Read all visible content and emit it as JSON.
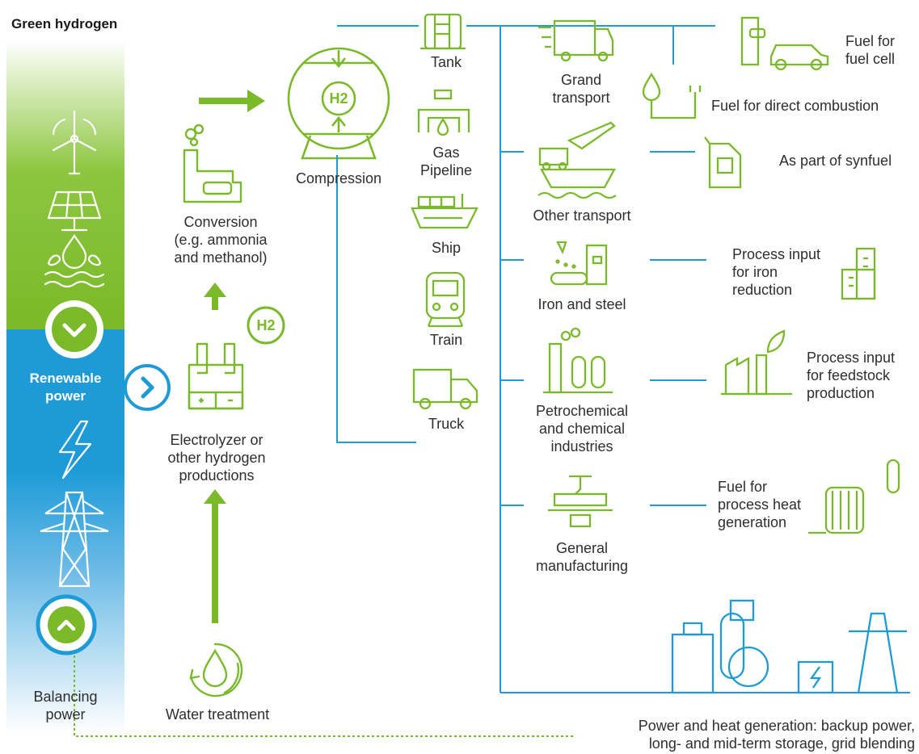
{
  "title": "Green hydrogen",
  "colors": {
    "green": "#7ab929",
    "blue": "#1e9bd7",
    "line": "#1e9bd7"
  },
  "left_bar": {
    "renewable_label": "Renewable\npower",
    "balancing_label": "Balancing\npower",
    "icons": [
      "wind-turbine-icon",
      "solar-panel-icon",
      "water-drop-icon",
      "lightning-icon",
      "power-pylon-icon"
    ]
  },
  "h2_badge": "H2",
  "compression_badge": "H2",
  "stages": {
    "water_treatment": "Water treatment",
    "electrolyzer": "Electrolyzer or\nother hydrogen\nproductions",
    "conversion": "Conversion\n(e.g. ammonia\nand methanol)",
    "compression": "Compression"
  },
  "transport_modes": [
    "Tank",
    "Gas\nPipeline",
    "Ship",
    "Train",
    "Truck"
  ],
  "sectors": {
    "grand_transport": "Grand\ntransport",
    "other_transport": "Other transport",
    "iron_steel": "Iron and steel",
    "petrochemical": "Petrochemical\nand chemical\nindustries",
    "general_manufacturing": "General\nmanufacturing"
  },
  "uses": {
    "fuel_cell": "Fuel for\nfuel cell",
    "direct_combustion": "Fuel for direct combustion",
    "synfuel": "As part of synfuel",
    "iron_reduction": "Process input\nfor iron\nreduction",
    "feedstock": "Process input\nfor feedstock\nproduction",
    "process_heat": "Fuel for\nprocess heat\ngeneration",
    "power_heat": "Power and heat generation: backup power,\nlong- and mid-term storage, grid blending"
  }
}
